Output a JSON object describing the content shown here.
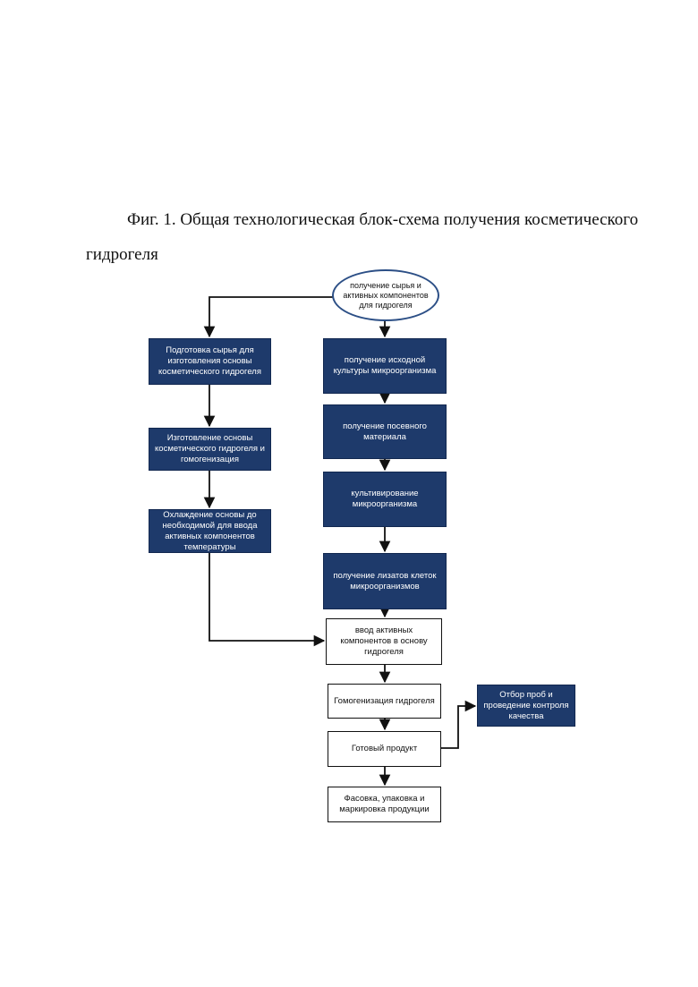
{
  "caption": "Фиг. 1. Общая технологическая блок-схема получения косметического гидрогеля",
  "colors": {
    "dark_fill": "#1e3a6b",
    "oval_border": "#2c4f86",
    "line": "#111111"
  },
  "nodes": {
    "start": "получение сырья и активных компонентов для гидрогеля",
    "prep_raw": "Подготовка сырья для изготовления основы косметического гидрогеля",
    "make_base": "Изготовление основы косметического гидрогеля и гомогенизация",
    "cool_base": "Охлаждение основы до необходимой для ввода активных компонентов температуры",
    "culture": "получение исходной культуры микроорганизма",
    "seed": "получение посевного материала",
    "cultivation": "культивирование микроорганизма",
    "lysates": "получение лизатов клеток микроорганизмов",
    "introduce": "ввод активных компонентов в основу гидрогеля",
    "homogenize": "Гомогенизация гидрогеля",
    "product": "Готовый продукт",
    "qc": "Отбор проб и проведение контроля качества",
    "packaging": "Фасовка, упаковка и маркировка продукции"
  }
}
